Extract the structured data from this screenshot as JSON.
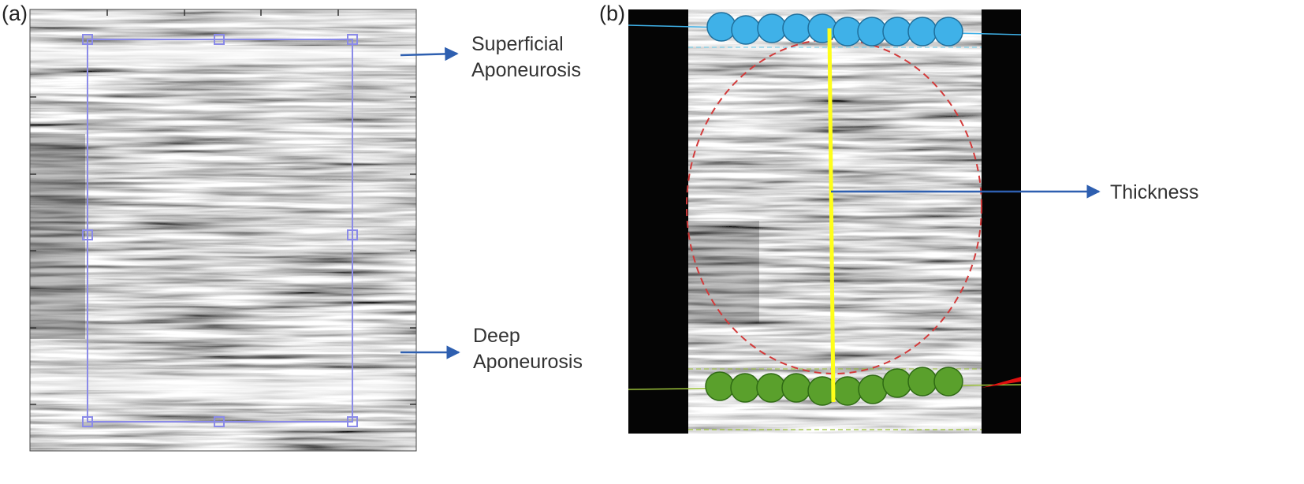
{
  "panel_a": {
    "label": "(a)",
    "annotations": {
      "superficial": [
        "Superficial",
        "Aponeurosis"
      ],
      "deep": [
        "Deep",
        "Aponeurosis"
      ]
    }
  },
  "panel_b": {
    "label": "(b)",
    "annotations": {
      "thickness": "Thickness"
    }
  },
  "colors": {
    "roi_box": "#8a8ae8",
    "arrow": "#2e5fb0",
    "superficial_markers": "#3fb1e8",
    "deep_markers": "#5aa02c",
    "thickness_line": "#ffff1a",
    "ellipse": "#d23a3a"
  }
}
